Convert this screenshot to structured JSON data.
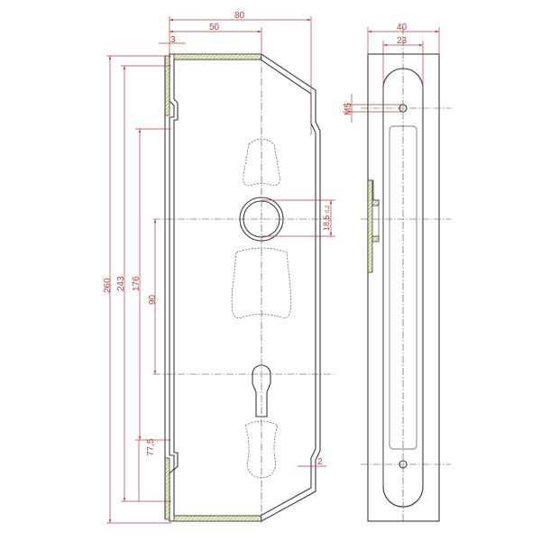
{
  "drawing": {
    "type": "technical-drawing",
    "subject": "Mortise lock cover plate / lock case",
    "views": [
      "front-view",
      "side-view"
    ]
  },
  "front_view": {
    "dimensions": {
      "overall_width": "80",
      "width_to_chamfer": "50",
      "flange": "3",
      "height_total": "260",
      "height_inner": "243",
      "dist_176": "176",
      "dist_90": "90",
      "dist_77_5": "77,5",
      "wall": "2",
      "hole_dia": "18,5",
      "hole_tol": "0,2"
    }
  },
  "side_view": {
    "dimensions": {
      "width": "40",
      "faceplate_width": "23",
      "screw": "M5"
    }
  },
  "colors": {
    "dimension": "#c23a3a",
    "outline": "#3a3a3a",
    "hatch": "#e8e4c0"
  }
}
